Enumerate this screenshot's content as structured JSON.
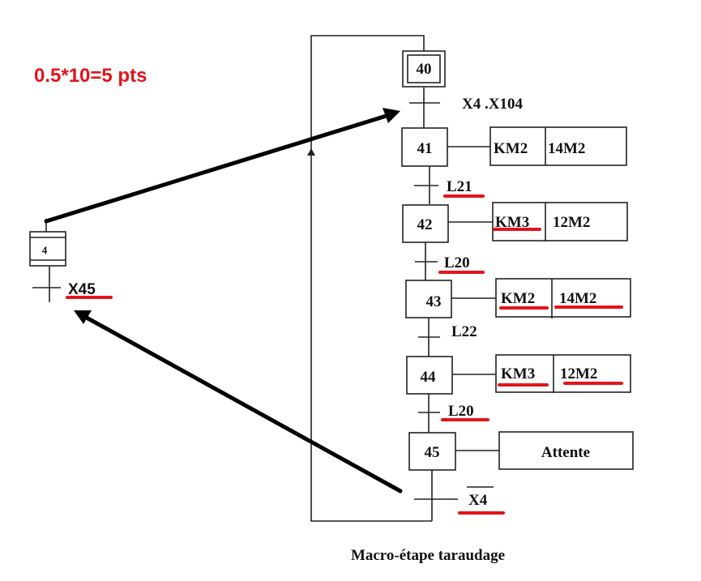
{
  "score": "0.5*10=5 pts",
  "caption": "Macro-étape taraudage",
  "colors": {
    "score": "#e3141b",
    "underline": "#e3141b",
    "ink": "#111111"
  },
  "macro": {
    "entry_step": "40",
    "steps": [
      {
        "id": "41",
        "actions": [
          "KM2",
          "14M2"
        ],
        "underlined": [
          false,
          false
        ]
      },
      {
        "id": "42",
        "actions": [
          "KM3",
          "12M2"
        ],
        "underlined": [
          true,
          false
        ]
      },
      {
        "id": "43",
        "actions": [
          "KM2",
          "14M2"
        ],
        "underlined": [
          true,
          true
        ]
      },
      {
        "id": "44",
        "actions": [
          "KM3",
          "12M2"
        ],
        "underlined": [
          true,
          true
        ]
      },
      {
        "id": "45",
        "actions": [
          "Attente"
        ],
        "underlined": [
          false
        ]
      }
    ],
    "transitions": [
      {
        "label": "X4 .X104",
        "underlined": false
      },
      {
        "label": "L21",
        "underlined": true
      },
      {
        "label": "L20",
        "underlined": true
      },
      {
        "label": "L22",
        "underlined": false
      },
      {
        "label": "L20",
        "underlined": true
      },
      {
        "label": "X4",
        "overline": true,
        "underlined": true
      }
    ]
  },
  "main": {
    "macro_step": "4",
    "transition": {
      "label": "X45",
      "underlined": true
    }
  }
}
